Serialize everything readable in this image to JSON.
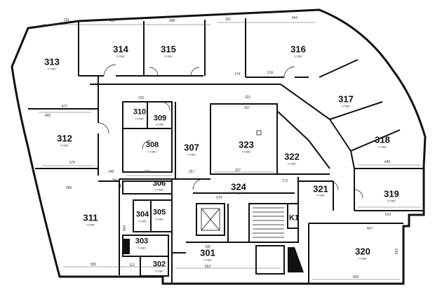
{
  "plan": {
    "rooms": [
      {
        "id": "r313",
        "label": "313",
        "height_note": "h=280"
      },
      {
        "id": "r314",
        "label": "314",
        "height_note": "h=280"
      },
      {
        "id": "r315",
        "label": "315",
        "height_note": "h=280"
      },
      {
        "id": "r316",
        "label": "316",
        "height_note": "h=280"
      },
      {
        "id": "r317",
        "label": "317",
        "height_note": "h=280"
      },
      {
        "id": "r318",
        "label": "318",
        "height_note": "h=280"
      },
      {
        "id": "r319",
        "label": "319",
        "height_note": "h=280"
      },
      {
        "id": "r320",
        "label": "320",
        "height_note": "h=280"
      },
      {
        "id": "r321",
        "label": "321",
        "height_note": "h=280"
      },
      {
        "id": "r322",
        "label": "322",
        "height_note": "h=280"
      },
      {
        "id": "r323",
        "label": "323",
        "height_note": "h=280"
      },
      {
        "id": "r324",
        "label": "324",
        "height_note": "h=280"
      },
      {
        "id": "r312",
        "label": "312",
        "height_note": "h=280"
      },
      {
        "id": "r311",
        "label": "311",
        "height_note": "h=280"
      },
      {
        "id": "r310",
        "label": "310",
        "height_note": "h=280"
      },
      {
        "id": "r309",
        "label": "309",
        "height_note": "h=280"
      },
      {
        "id": "r308",
        "label": "308",
        "height_note": "h=280"
      },
      {
        "id": "r307",
        "label": "307",
        "height_note": "h=280"
      },
      {
        "id": "r306",
        "label": "306",
        "height_note": "h=280"
      },
      {
        "id": "r305",
        "label": "305",
        "height_note": "h=280"
      },
      {
        "id": "r304",
        "label": "304",
        "height_note": "h=280"
      },
      {
        "id": "r303",
        "label": "303",
        "height_note": "h=280"
      },
      {
        "id": "r302",
        "label": "302",
        "height_note": "h=280"
      },
      {
        "id": "r301",
        "label": "301",
        "height_note": "h=280"
      },
      {
        "id": "rK1",
        "label": "K1",
        "height_note": ""
      }
    ],
    "dimensions": [
      {
        "id": "d1",
        "text": "191"
      },
      {
        "id": "d2",
        "text": "461"
      },
      {
        "id": "d3",
        "text": "348"
      },
      {
        "id": "d4",
        "text": "321"
      },
      {
        "id": "d5",
        "text": "494"
      },
      {
        "id": "d6",
        "text": "477"
      },
      {
        "id": "d7",
        "text": "465"
      },
      {
        "id": "d8",
        "text": "375"
      },
      {
        "id": "d9",
        "text": "232"
      },
      {
        "id": "d10",
        "text": "307"
      },
      {
        "id": "d11",
        "text": "321"
      },
      {
        "id": "d12",
        "text": "211"
      },
      {
        "id": "d13",
        "text": "257"
      },
      {
        "id": "d14",
        "text": "227"
      },
      {
        "id": "d15",
        "text": "172"
      },
      {
        "id": "d16",
        "text": "440"
      },
      {
        "id": "d17",
        "text": "619"
      },
      {
        "id": "d18",
        "text": "407"
      },
      {
        "id": "d19",
        "text": "609"
      },
      {
        "id": "d20",
        "text": "562"
      },
      {
        "id": "d21",
        "text": "555"
      },
      {
        "id": "d22",
        "text": "174"
      },
      {
        "id": "d23",
        "text": "216"
      },
      {
        "id": "d24",
        "text": "374"
      },
      {
        "id": "d25",
        "text": "140"
      },
      {
        "id": "d26",
        "text": "112"
      },
      {
        "id": "d27",
        "text": "389"
      },
      {
        "id": "d28",
        "text": "148"
      },
      {
        "id": "d29",
        "text": "542"
      },
      {
        "id": "d30",
        "text": "564"
      }
    ]
  }
}
